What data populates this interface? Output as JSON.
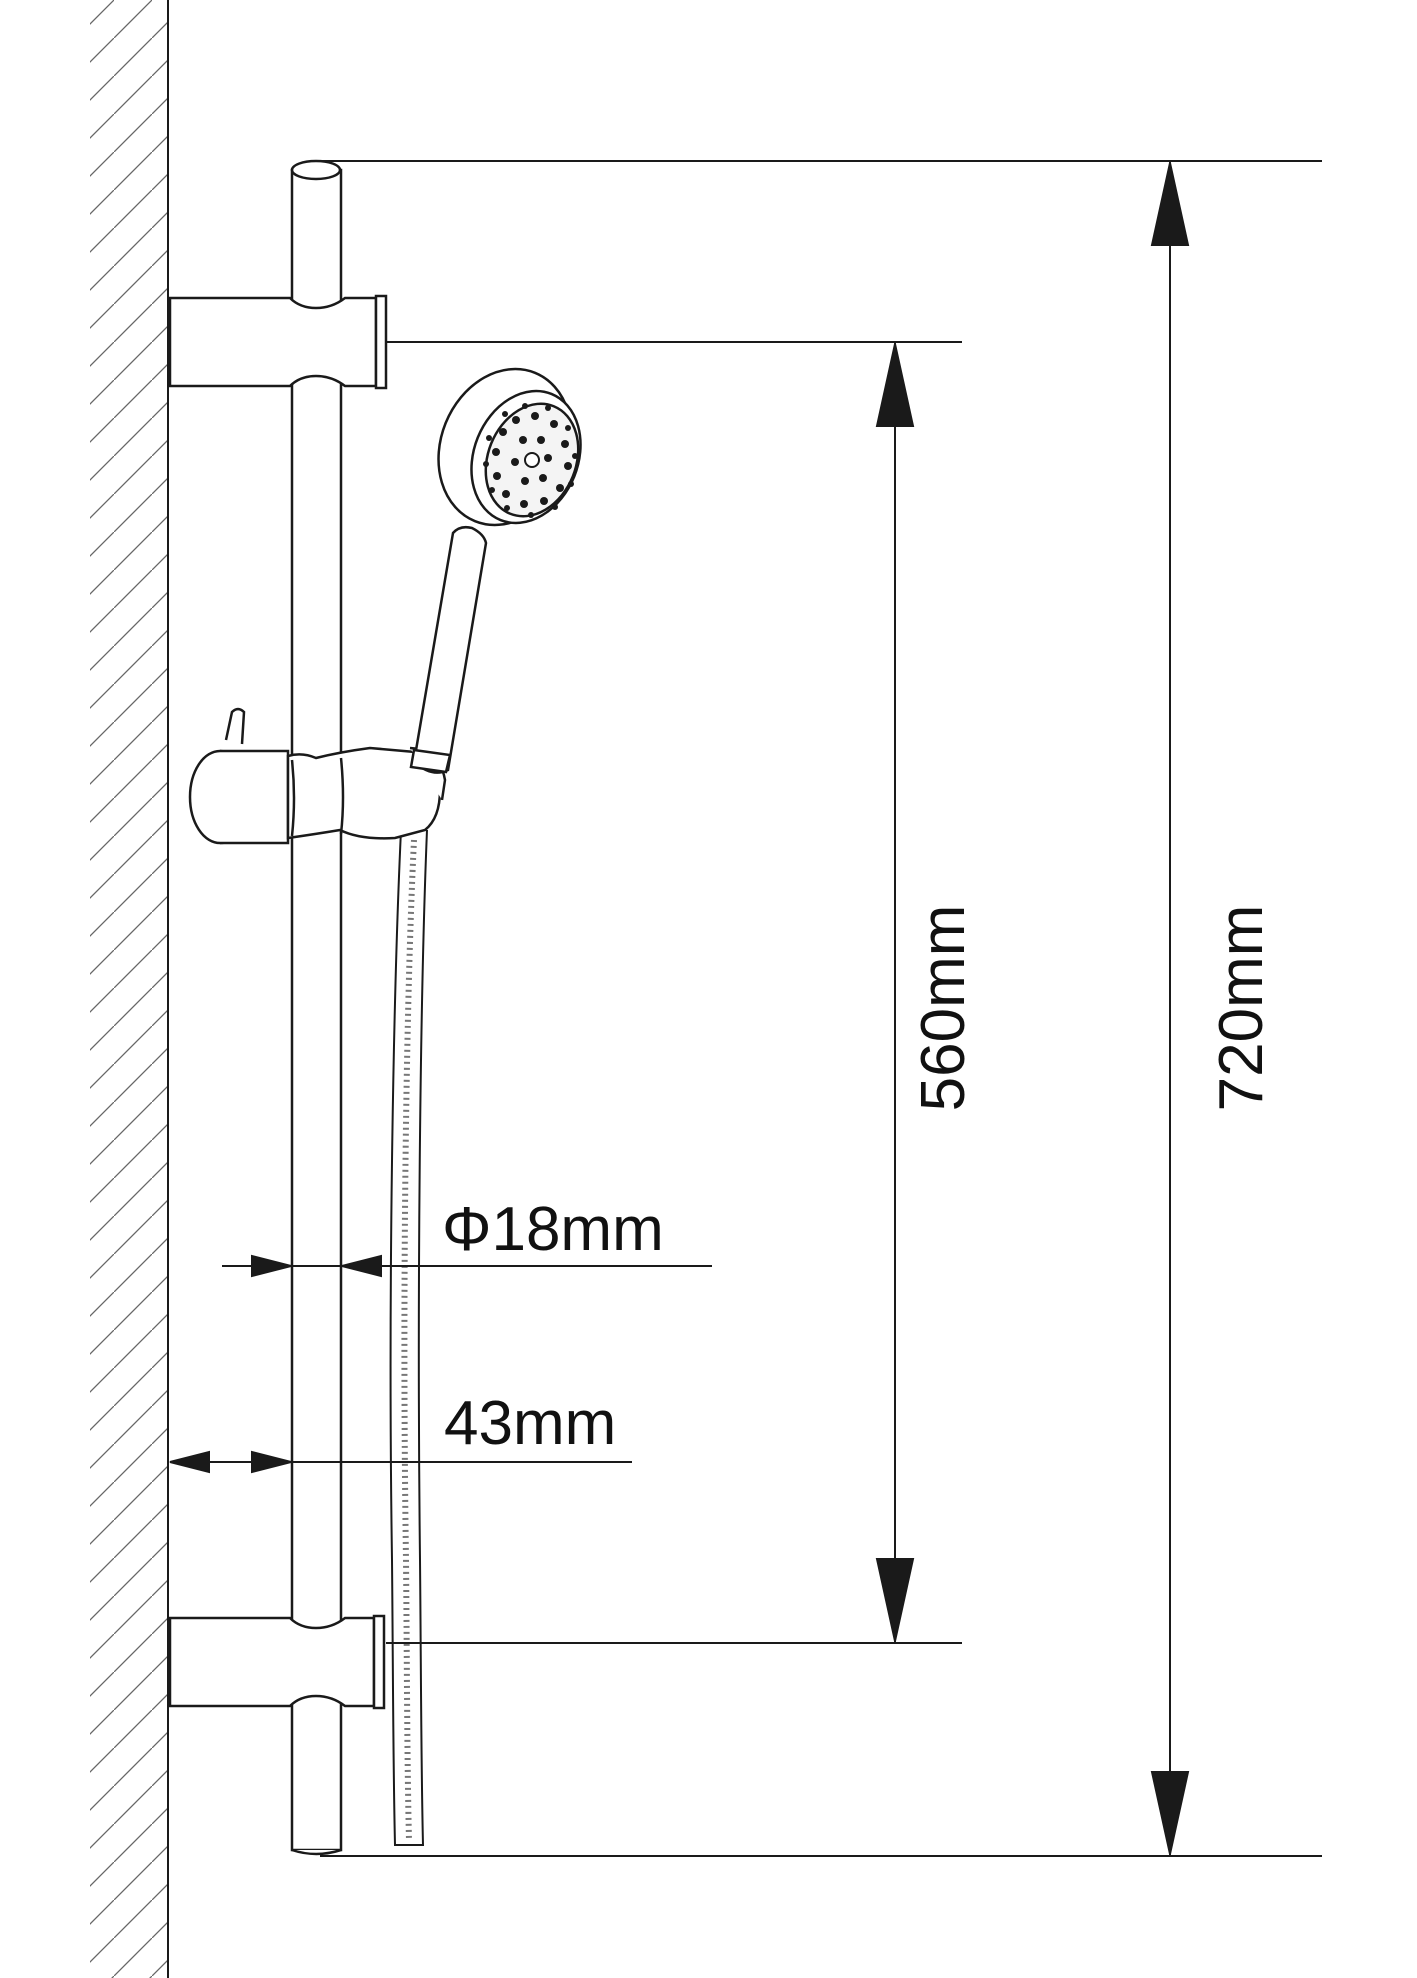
{
  "dimensions": {
    "total_length": "720mm",
    "bracket_spacing": "560mm",
    "rail_diameter": "Φ18mm",
    "wall_offset": "43mm"
  },
  "colors": {
    "line": "#1a1a1a",
    "background": "#ffffff",
    "hatch": "#555555"
  }
}
